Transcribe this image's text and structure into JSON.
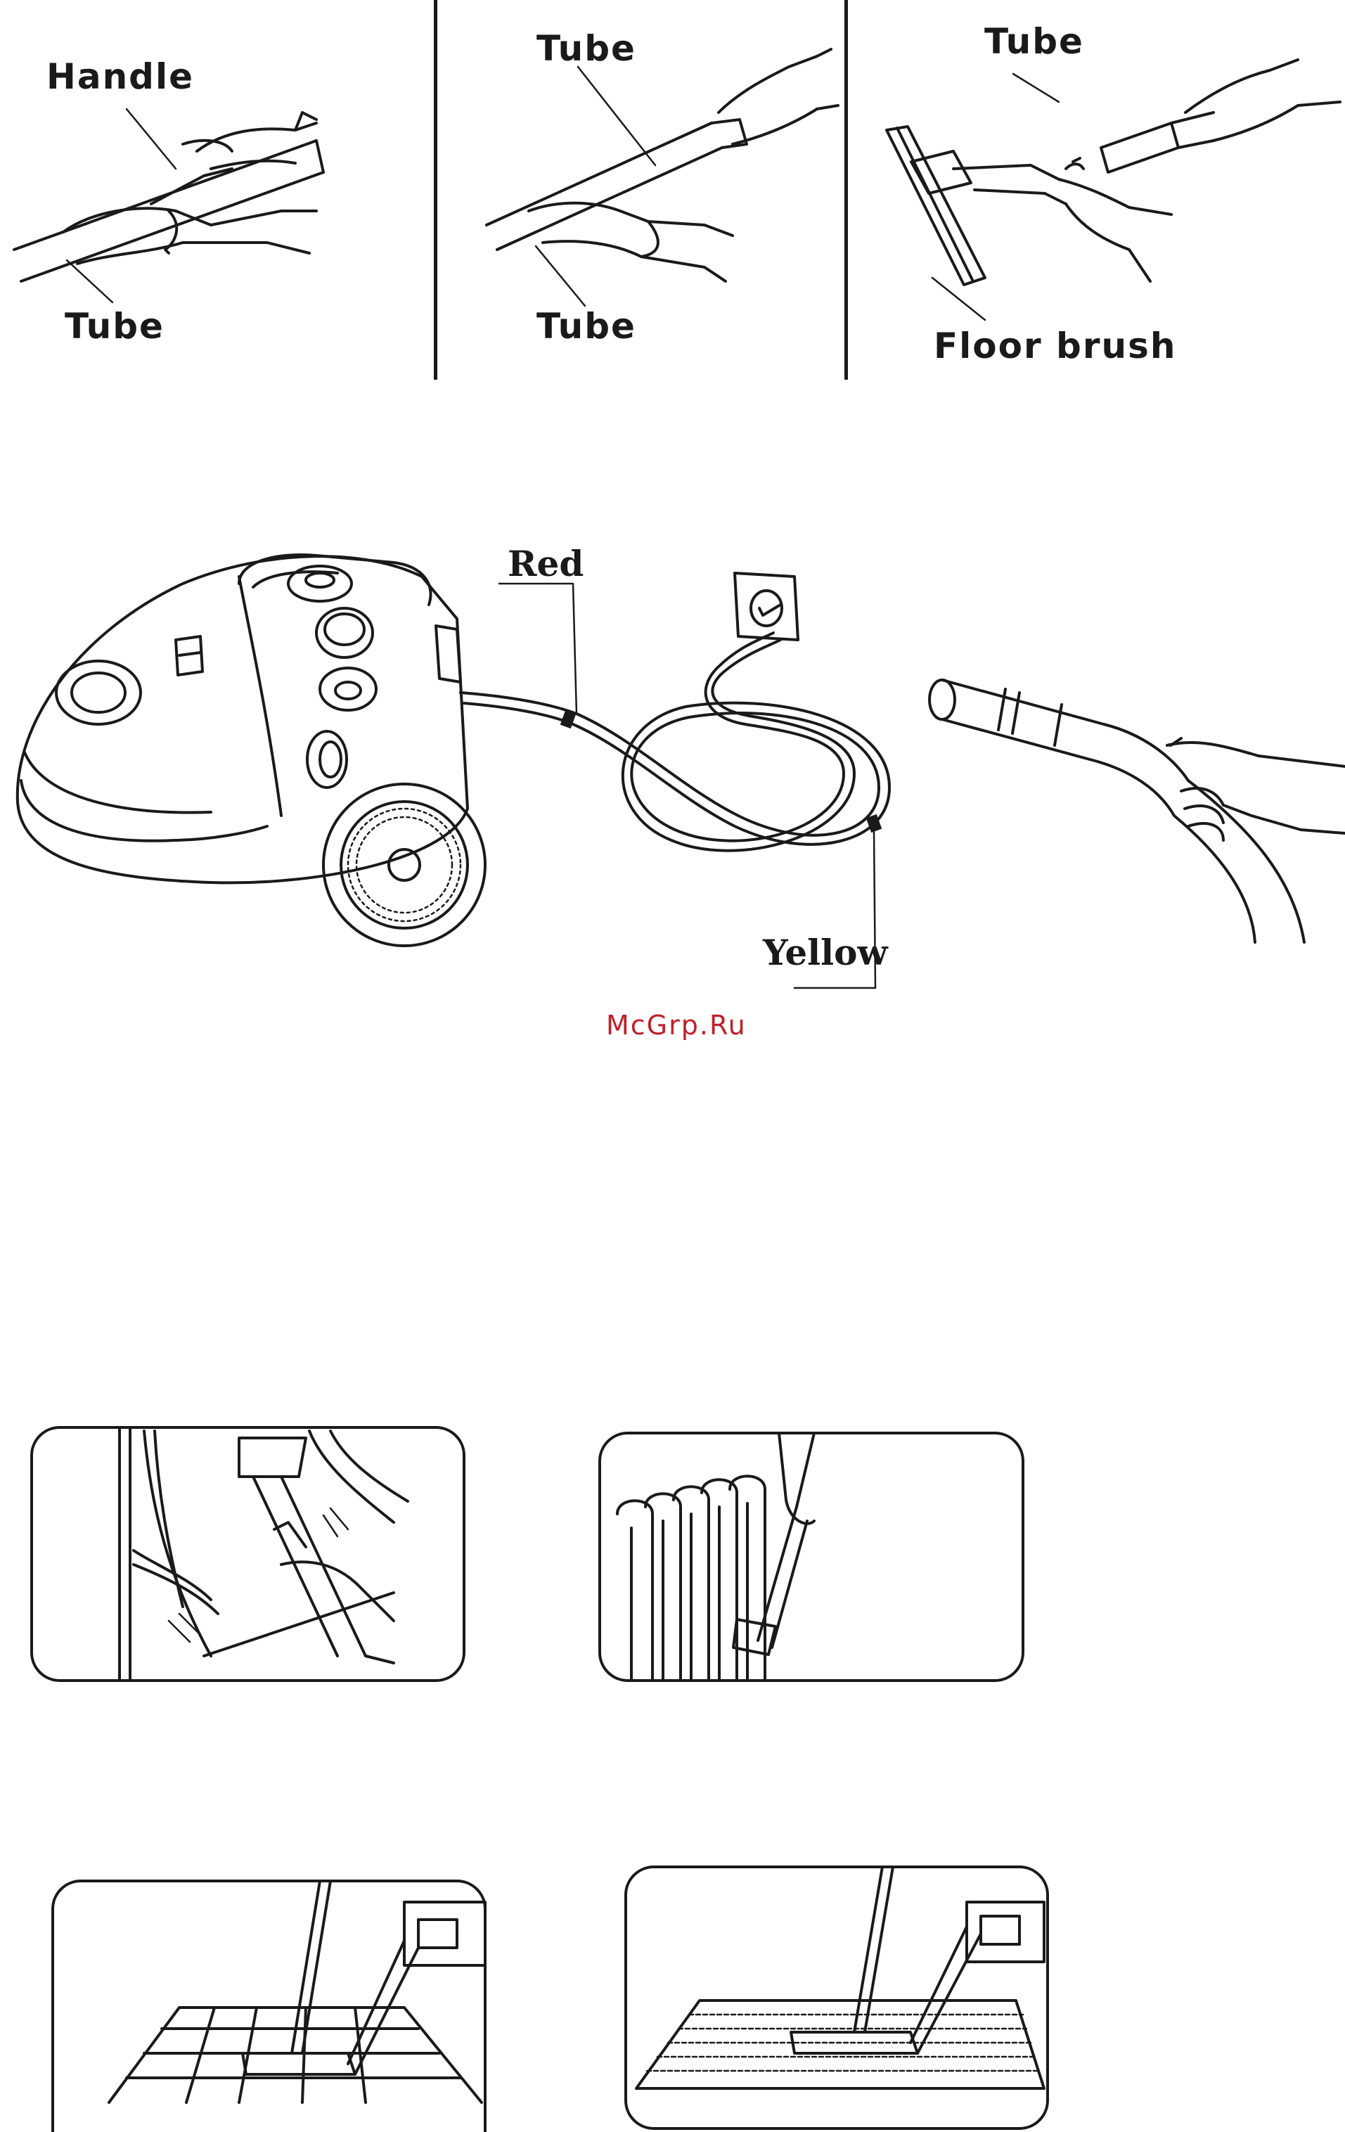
{
  "assembly": {
    "step1": {
      "label_top": "Handle",
      "label_bottom": "Tube"
    },
    "step2": {
      "label_top": "Tube",
      "label_bottom": "Tube"
    },
    "step3": {
      "label_top": "Tube",
      "label_bottom": "Floor brush"
    }
  },
  "cord": {
    "label_red": "Red",
    "label_yellow": "Yellow"
  },
  "watermark": {
    "text": "McGrp.Ru",
    "color": "#c0202a"
  },
  "usage_scenes": [
    {
      "name": "curtain"
    },
    {
      "name": "radiator"
    },
    {
      "name": "tile-floor"
    },
    {
      "name": "carpet-floor"
    }
  ]
}
